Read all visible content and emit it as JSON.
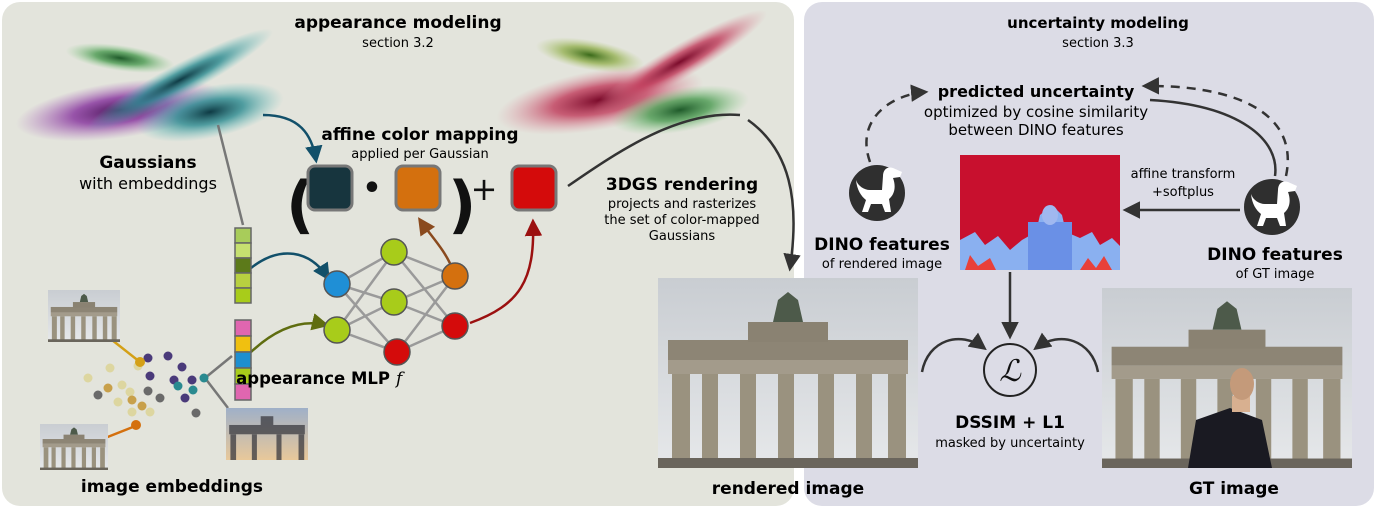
{
  "left_panel": {
    "title": "appearance modeling",
    "subtitle": "section 3.2",
    "gaussians_title": "Gaussians",
    "gaussians_sub": "with embeddings",
    "affine_title": "affine color mapping",
    "affine_sub": "applied per Gaussian",
    "operator_dot": "•",
    "operator_plus": "+",
    "mlp_label": "appearance MLP",
    "mlp_symbol": "f",
    "embeddings_label": "image embeddings",
    "render_title": "3DGS rendering",
    "render_desc": [
      "projects and rasterizes",
      "the set of color-mapped",
      "Gaussians"
    ]
  },
  "right_panel": {
    "title": "uncertainty modeling",
    "subtitle": "section 3.3",
    "uncertainty_title": "predicted uncertainty",
    "uncertainty_desc": [
      "optimized by cosine similarity",
      "between DINO features"
    ],
    "transform_desc": [
      "affine transform",
      "+softplus"
    ],
    "dino_left_title": "DINO features",
    "dino_left_sub": "of rendered image",
    "dino_right_title": "DINO features",
    "dino_right_sub": "of GT image",
    "loss_symbol": "ℒ",
    "loss_title": "DSSIM + L1",
    "loss_sub": "masked by uncertainty",
    "gt_label": "GT image"
  },
  "rendered_label": "rendered image",
  "colors": {
    "left_bg": "#e3e4dc",
    "right_bg": "#dcdce6",
    "blue_node": "#1f8fd6",
    "green_node": "#a8cc1a",
    "orange_node": "#d4700e",
    "red_node": "#d40b0b",
    "dark_teal": "#17353e",
    "arrow_teal": "#12506a",
    "arrow_olive": "#5f6d10",
    "arrow_brown": "#8a4a1e",
    "arrow_red": "#9b1010",
    "uncertainty_red": "#c8102e"
  },
  "icons": [
    "dinosaur-icon",
    "loss-symbol-icon",
    "gaussian-blob-icon"
  ]
}
